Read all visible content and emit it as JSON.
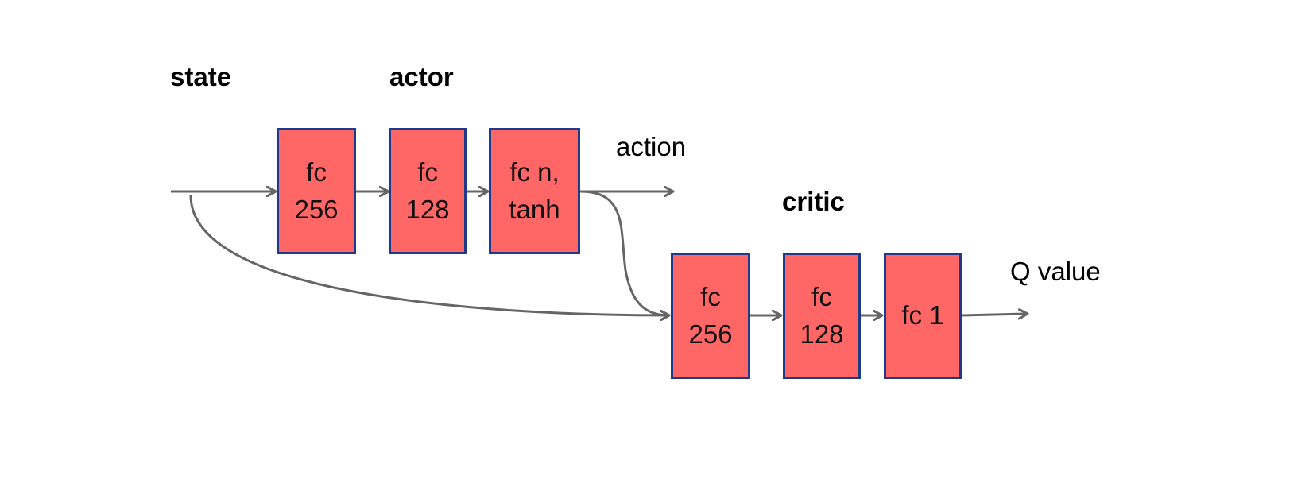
{
  "labels": {
    "state": "state",
    "actor": "actor",
    "critic": "critic",
    "action": "action",
    "q_value": "Q value"
  },
  "actor_layers": [
    {
      "line1": "fc",
      "line2": "256"
    },
    {
      "line1": "fc",
      "line2": "128"
    },
    {
      "line1": "fc n,",
      "line2": "tanh"
    }
  ],
  "critic_layers": [
    {
      "line1": "fc",
      "line2": "256"
    },
    {
      "line1": "fc",
      "line2": "128"
    },
    {
      "line1": "fc 1",
      "line2": ""
    }
  ],
  "colors": {
    "box_fill": "#ff6666",
    "box_border": "#1f3a8a",
    "arrow": "#666666"
  }
}
